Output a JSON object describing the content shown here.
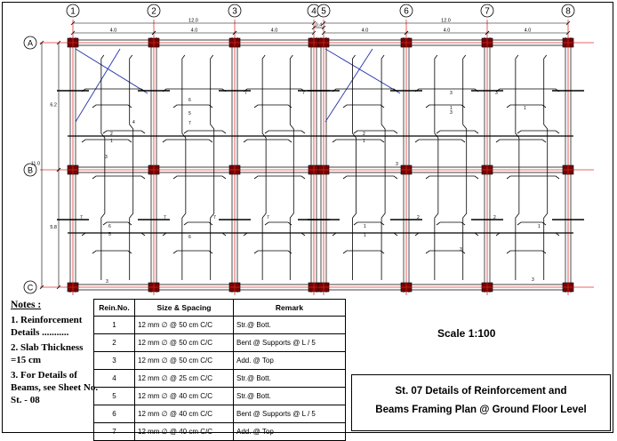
{
  "grid": {
    "columns": [
      "1",
      "2",
      "3",
      "4",
      "5",
      "6",
      "7",
      "8"
    ],
    "rows": [
      "A",
      "B",
      "C"
    ]
  },
  "dimensions": {
    "overall_left": "12.0",
    "overall_right": "12.0",
    "bay_left": [
      "4.0",
      "4.0",
      "4.0"
    ],
    "bay_right": [
      "4.0",
      "4.0",
      "4.0"
    ],
    "gap": "0.4",
    "vertical_top": "6.2",
    "vertical_total": "11.0",
    "vertical_bottom": "5.8"
  },
  "bar_marks": {
    "left_tags": [
      "1",
      "2",
      "3",
      "4",
      "5",
      "6",
      "7"
    ],
    "right_tags": [
      "1",
      "2",
      "3"
    ]
  },
  "notes": {
    "heading": "Notes :",
    "items": [
      "1. Reinforcement Details ...........",
      "2. Slab Thickness =15 cm",
      "3. For Details of Beams, see Sheet No. St. - 08"
    ]
  },
  "table": {
    "headers": [
      "Rein.No.",
      "Size & Spacing",
      "Remark"
    ],
    "rows": [
      {
        "no": "1",
        "size": "12 mm ∅ @ 50 cm C/C",
        "remark": "Str.@ Bott."
      },
      {
        "no": "2",
        "size": "12 mm ∅ @ 50 cm C/C",
        "remark": "Bent @ Supports @ L / 5"
      },
      {
        "no": "3",
        "size": "12 mm ∅ @ 50 cm C/C",
        "remark": "Add. @ Top"
      },
      {
        "no": "4",
        "size": "12 mm ∅ @ 25 cm C/C",
        "remark": "Str.@ Bott."
      },
      {
        "no": "5",
        "size": "12 mm ∅ @ 40 cm C/C",
        "remark": "Str.@ Bott."
      },
      {
        "no": "6",
        "size": "12 mm ∅ @ 40 cm C/C",
        "remark": "Bent @ Supports @ L / 5"
      },
      {
        "no": "7",
        "size": "12 mm ∅ @ 40 cm C/C",
        "remark": "Add. @ Top"
      }
    ]
  },
  "scale": "Scale 1:100",
  "title": {
    "line1": "St. 07 Details of Reinforcement and",
    "line2": "Beams Framing Plan @ Ground Floor Level"
  },
  "colors": {
    "grid_line": "#e23232",
    "column": "#7a0000",
    "diagonal": "#2233aa",
    "ink": "#000000"
  }
}
